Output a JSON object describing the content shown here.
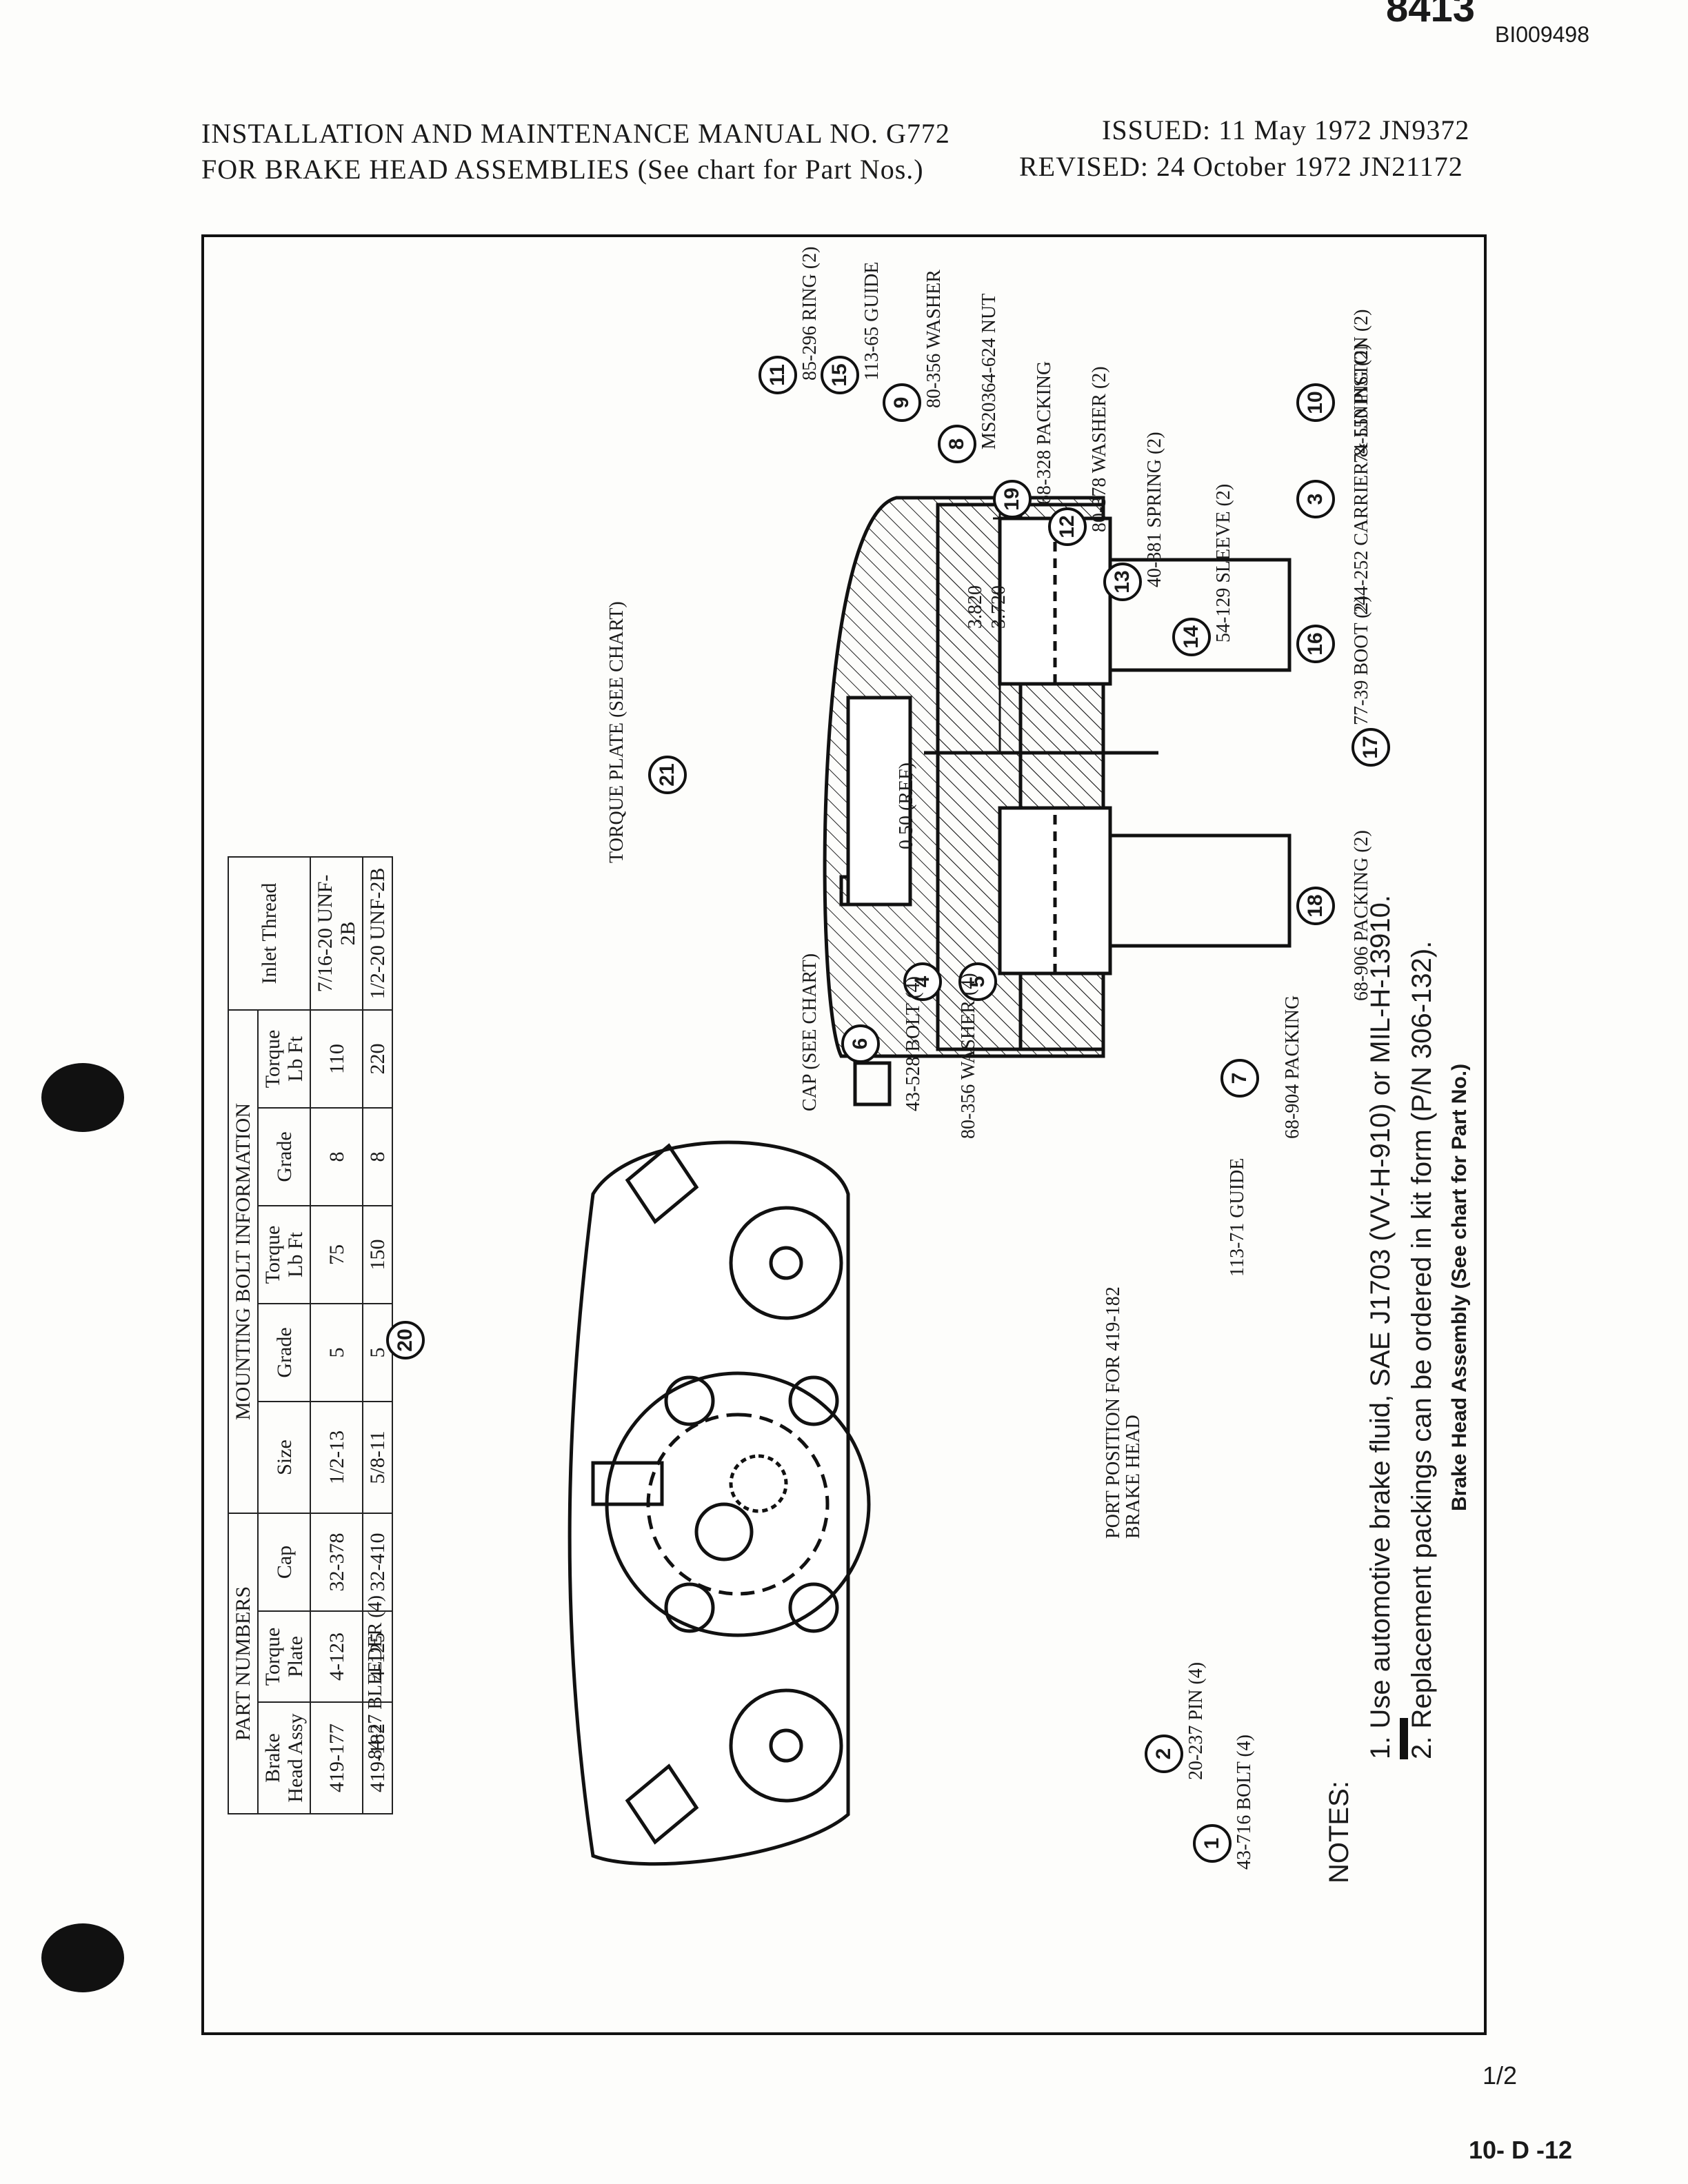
{
  "page": {
    "top_number": "8413",
    "doc_id": "BI009498",
    "page_fraction": "1/2",
    "page_code": "10- D -12"
  },
  "header": {
    "title_line1": "INSTALLATION AND MAINTENANCE MANUAL NO. G772",
    "title_line2": "FOR BRAKE HEAD ASSEMBLIES (See chart for Part Nos.)",
    "issued_label": "ISSUED:",
    "issued_value": "11 May 1972   JN9372",
    "revised_label": "REVISED:",
    "revised_value": "24 October 1972   JN21172"
  },
  "tables": {
    "part_numbers": {
      "title": "PART NUMBERS",
      "headers": [
        "Brake Head Assy",
        "Torque Plate",
        "Cap"
      ],
      "rows": [
        [
          "419-177",
          "4-123",
          "32-378"
        ],
        [
          "419-182",
          "4-125",
          "32-410"
        ]
      ]
    },
    "mounting_bolt": {
      "title": "MOUNTING BOLT INFORMATION",
      "headers": [
        "Size",
        "Grade",
        "Torque Lb Ft",
        "Grade",
        "Torque Lb Ft"
      ],
      "rows": [
        [
          "1/2-13",
          "5",
          "75",
          "8",
          "110"
        ],
        [
          "5/8-11",
          "5",
          "150",
          "8",
          "220"
        ]
      ]
    },
    "inlet": {
      "header": "Inlet Thread",
      "rows": [
        "7/16-20 UNF-2B",
        "1/2-20 UNF-2B"
      ]
    }
  },
  "callouts": [
    {
      "num": "1",
      "text": "43-716 BOLT (4)"
    },
    {
      "num": "2",
      "text": "20-237 PIN (4)"
    },
    {
      "num": "3",
      "text": "244-252 CARRIER & LINING (2)"
    },
    {
      "num": "4",
      "text": "43-528 BOLT (4)"
    },
    {
      "num": "5",
      "text": "80-356 WASHER (4)"
    },
    {
      "num": "6",
      "text": "CAP (SEE CHART)"
    },
    {
      "num": "7",
      "text": "113-71 GUIDE"
    },
    {
      "num": "8",
      "text": "MS20364-624 NUT"
    },
    {
      "num": "9",
      "text": "80-356 WASHER"
    },
    {
      "num": "10",
      "text": "74-550 PISTON (2)"
    },
    {
      "num": "11",
      "text": "85-296 RING (2)"
    },
    {
      "num": "12",
      "text": "80-378 WASHER (2)"
    },
    {
      "num": "13",
      "text": "40-381 SPRING (2)"
    },
    {
      "num": "14",
      "text": "54-129 SLEEVE (2)"
    },
    {
      "num": "15",
      "text": "113-65 GUIDE"
    },
    {
      "num": "16",
      "text": "77-39 BOOT (2)"
    },
    {
      "num": "17",
      "text": "68-906 PACKING (2)"
    },
    {
      "num": "18",
      "text": "68-904 PACKING"
    },
    {
      "num": "19",
      "text": "68-328 PACKING"
    },
    {
      "num": "20",
      "text": "84-27 BLEEDER (4)"
    },
    {
      "num": "21",
      "text": "TORQUE PLATE (SEE CHART)"
    }
  ],
  "drawing_labels": {
    "dim_a": "3.820",
    "dim_b": "3.720",
    "dim_ref": "0.50 (REF)",
    "port_position": "PORT POSITION FOR 419-182 BRAKE HEAD"
  },
  "notes": {
    "title": "NOTES:",
    "items": [
      "1.   Use automotive brake fluid, SAE J1703 (VV-H-910) or MIL-H-13910.",
      "2.   Replacement packings can be ordered in kit form (P/N 306-132)."
    ]
  },
  "caption": "Brake Head Assembly (See chart for Part No.)"
}
